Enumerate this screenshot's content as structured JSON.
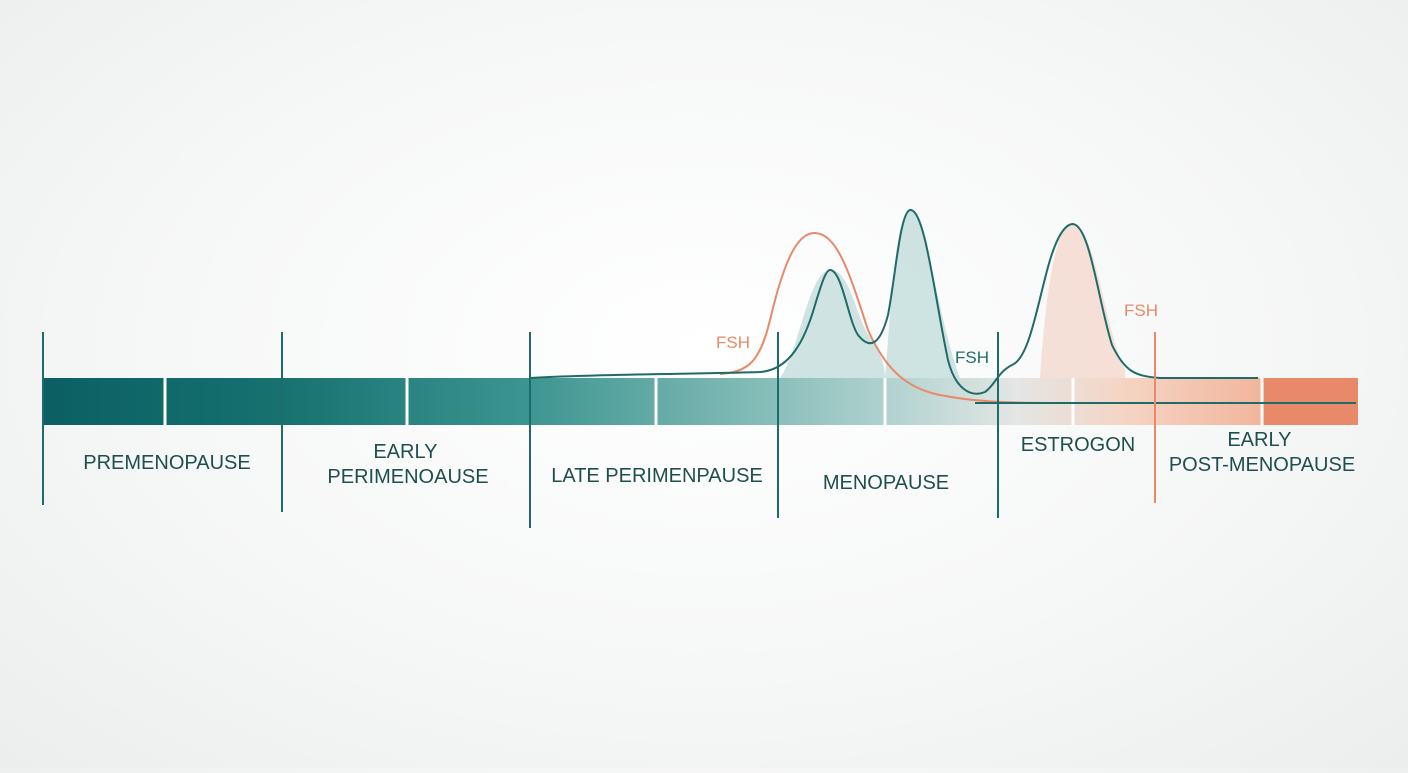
{
  "colors": {
    "teal_dark": "#0b5f63",
    "teal_line": "#1f6b68",
    "salmon": "#e8896a",
    "label_text": "#1f4f4d"
  },
  "stages": [
    {
      "key": "premenopause",
      "label_lines": [
        "PREMENOPAUSE"
      ]
    },
    {
      "key": "early-perimenopause",
      "label_lines": [
        "EARLY",
        "PERIMENOAUSE"
      ]
    },
    {
      "key": "late-perimenopause",
      "label_lines": [
        "LATE PERIMENPAUSE"
      ]
    },
    {
      "key": "menopause",
      "label_lines": [
        "MENOPAUSE"
      ]
    },
    {
      "key": "estrogen",
      "label_lines": [
        "ESTROGON"
      ]
    },
    {
      "key": "early-post-menopause",
      "label_lines": [
        "EARLY",
        "POST-MENOPAUSE"
      ]
    }
  ],
  "curve_labels": {
    "fsh_left": "FSH",
    "fsh_middle": "FSH",
    "fsh_right": "FSH"
  }
}
